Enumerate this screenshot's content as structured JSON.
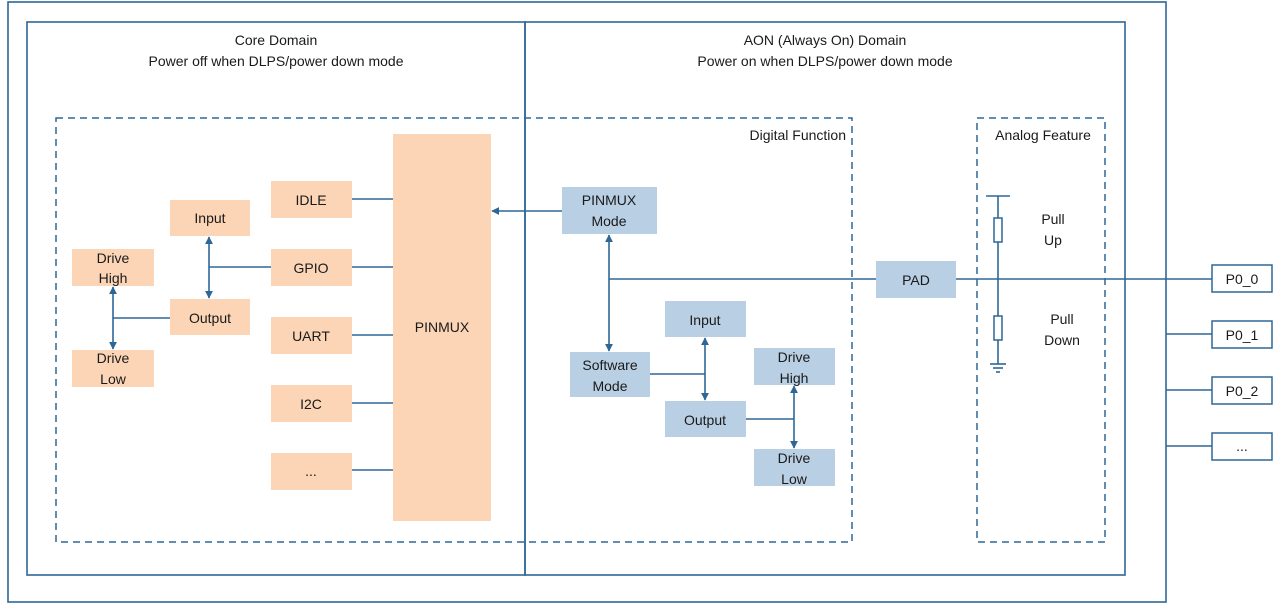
{
  "core_domain": {
    "title": "Core Domain",
    "subtitle": "Power off when DLPS/power down mode"
  },
  "aon_domain": {
    "title": "AON (Always On) Domain",
    "subtitle": "Power on when DLPS/power down mode"
  },
  "digital_function": {
    "label": "Digital Function"
  },
  "analog_feature": {
    "label": "Analog Feature",
    "pull_up": [
      "Pull",
      "Up"
    ],
    "pull_down": [
      "Pull",
      "Down"
    ]
  },
  "core_blocks": {
    "input": "Input",
    "output": "Output",
    "drive_high": [
      "Drive",
      "High"
    ],
    "drive_low": [
      "Drive",
      "Low"
    ],
    "functions": [
      "IDLE",
      "GPIO",
      "UART",
      "I2C",
      "..."
    ],
    "pinmux": "PINMUX"
  },
  "aon_blocks": {
    "pinmux_mode": [
      "PINMUX",
      "Mode"
    ],
    "software_mode": [
      "Software",
      "Mode"
    ],
    "input": "Input",
    "output": "Output",
    "drive_high": [
      "Drive",
      "High"
    ],
    "drive_low": [
      "Drive",
      "Low"
    ]
  },
  "pad": "PAD",
  "pins": [
    "P0_0",
    "P0_1",
    "P0_2",
    "..."
  ],
  "colors": {
    "line": "#2e6796",
    "core_fill": "#fbd5b5",
    "aon_fill": "#b9cfe4"
  }
}
